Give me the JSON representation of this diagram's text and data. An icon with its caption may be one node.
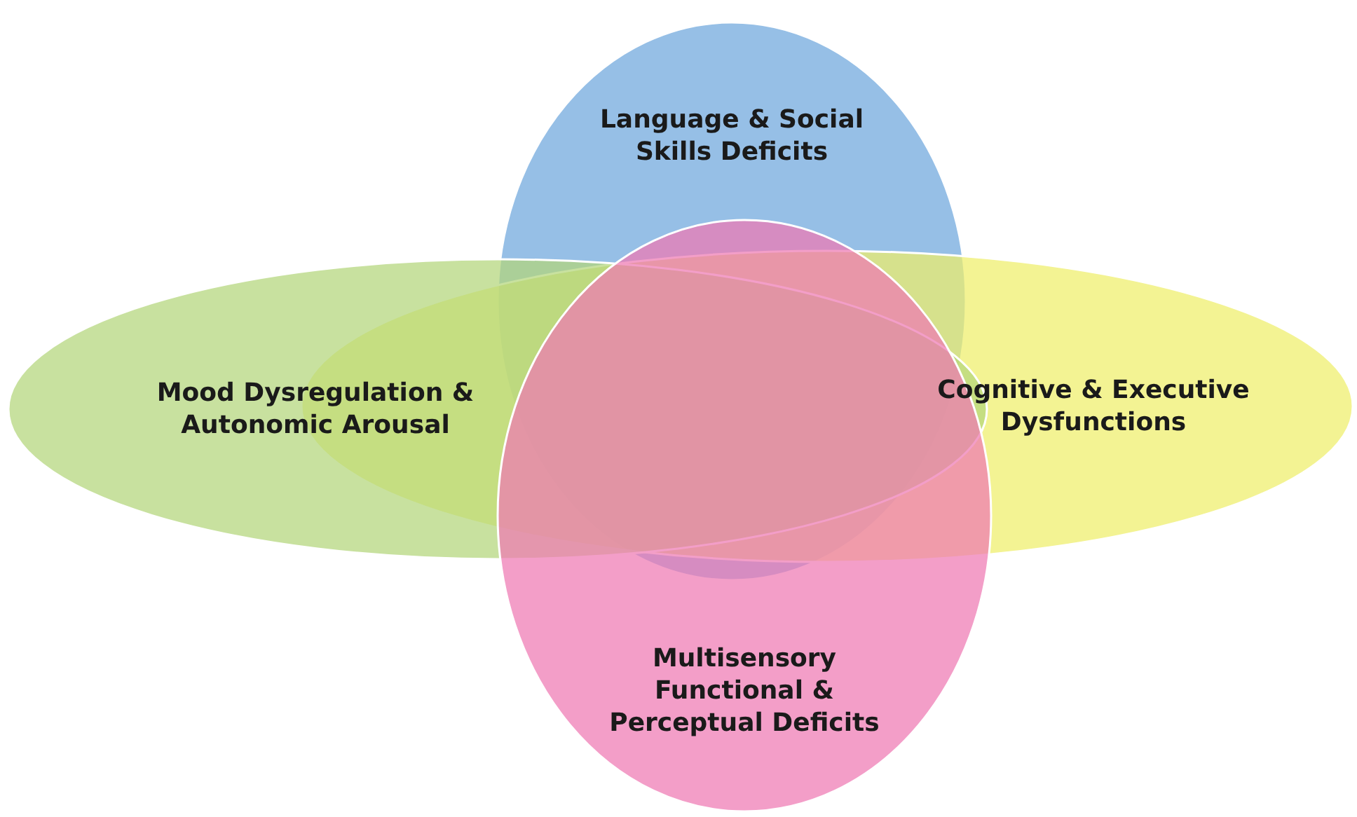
{
  "diagram": {
    "nodes": [
      {
        "text": [
          "Language & Social Skills Deficits"
        ]
      },
      {
        "text": [
          "Mood Dysregulation & Autonomic Arousal"
        ]
      },
      {
        "text": [
          "Cognitive & Executive Dysfunctions"
        ]
      },
      {
        "text": [
          "Multisensory Functional & Perceptual Deficits"
        ]
      }
    ]
  }
}
